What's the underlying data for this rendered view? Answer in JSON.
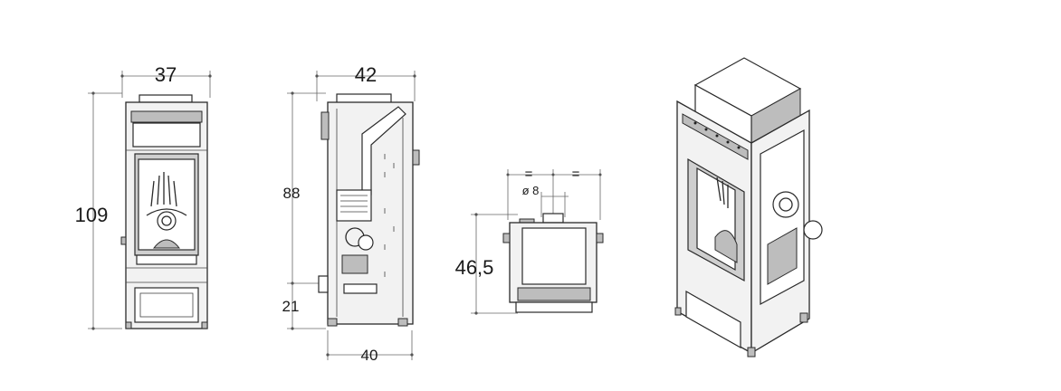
{
  "front_view": {
    "width_label": "37",
    "height_label": "109"
  },
  "side_view": {
    "depth_label": "42",
    "height_label": "88",
    "outlet_height_label": "21",
    "base_depth_label": "40"
  },
  "top_view": {
    "equal_left_label": "=",
    "equal_right_label": "=",
    "diameter_label": "ø 8",
    "depth_label": "46,5"
  }
}
